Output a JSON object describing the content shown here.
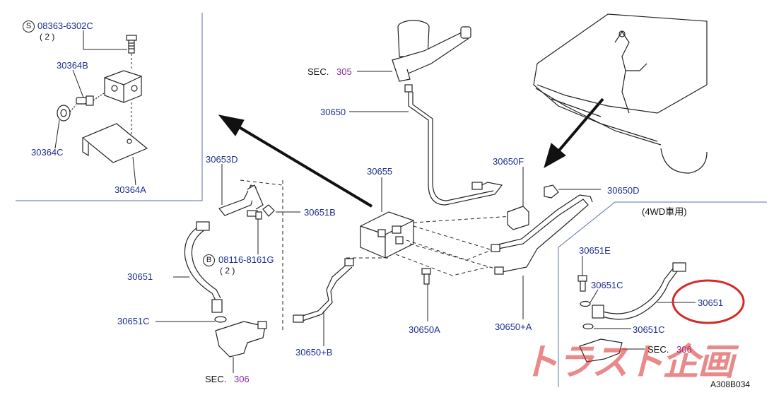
{
  "diagram_code": "A308B034",
  "inset_note": "(4WD車用)",
  "watermark_text": "トラスト企画",
  "bolt_top": {
    "marker": "S",
    "part": "08363-6302C",
    "qty": "( 2 )"
  },
  "bolt_mid": {
    "marker": "B",
    "part": "08116-8161G",
    "qty": "( 2 )"
  },
  "labels": {
    "p30364B": "30364B",
    "p30364C": "30364C",
    "p30364A": "30364A",
    "sec305_prefix": "SEC.",
    "sec305_num": "305",
    "p30650_top": "30650",
    "p30655": "30655",
    "p30650F": "30650F",
    "p30650D": "30650D",
    "p30653D": "30653D",
    "p30651B": "30651B",
    "p30651_left": "30651",
    "p30651C_left": "30651C",
    "sec306_left_prefix": "SEC.",
    "sec306_left_num": "306",
    "p30650B": "30650+B",
    "p30650A": "30650A",
    "p30650plusA": "30650+A",
    "p30651E": "30651E",
    "p30651C_r1": "30651C",
    "p30651_right": "30651",
    "p30651C_r2": "30651C",
    "sec306_right_prefix": "SEC.",
    "sec306_right_num": "306"
  },
  "colors": {
    "label_blue": "#1f2f8f",
    "section_purple": "#8a2a9a",
    "line_dark": "#222222",
    "highlight_red": "#d42a2a",
    "border_blue": "#5a6fa8"
  }
}
